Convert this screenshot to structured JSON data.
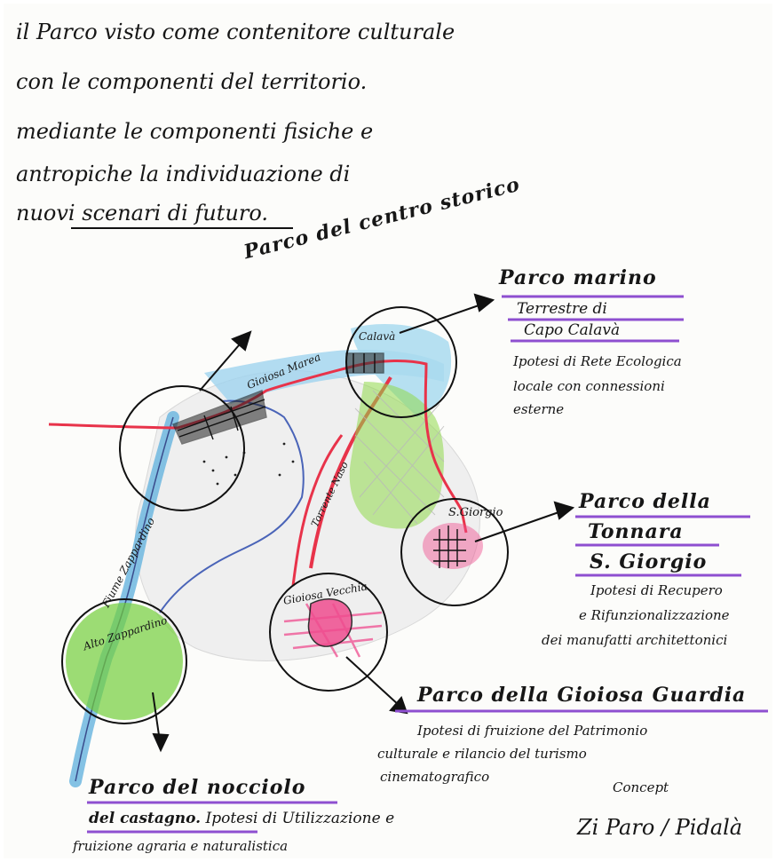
{
  "intro": {
    "line1": "il Parco visto come contenitore culturale",
    "line2": "con le componenti del territorio.",
    "line3": "mediante le componenti fisiche e",
    "line4": "antropiche la individuazione di",
    "line5_prefix": "nuovi",
    "line5_emph": "scenari di futuro",
    "line5_suffix": "."
  },
  "parco_centro_storico": "Parco del centro storico",
  "parco_marino": {
    "title": "Parco marino",
    "line2": "Terrestre di",
    "line3": "Capo Calavà",
    "desc1": "Ipotesi di Rete Ecologica",
    "desc2": "locale con connessioni",
    "desc3": "esterne"
  },
  "parco_tonnara": {
    "title1": "Parco della",
    "title2": "Tonnara",
    "title3": "S. Giorgio",
    "desc1": "Ipotesi di Recupero",
    "desc2": "e Rifunzionalizzazione",
    "desc3": "dei manufatti architettonici"
  },
  "parco_gioiosa": {
    "title": "Parco della Gioiosa Guardia",
    "desc1": "Ipotesi di fruizione del Patrimonio",
    "desc2": "culturale e rilancio del turismo",
    "desc3": "cinematografico"
  },
  "parco_nocciolo": {
    "title": "Parco del nocciolo",
    "line2_emph": "del castagno.",
    "line2_rest": "Ipotesi di Utilizzazione e",
    "line3": "fruizione agraria e naturalistica"
  },
  "map_labels": {
    "gioiosa_marea": "Gioiosa Marea",
    "calava": "Calavà",
    "s_giorgio": "S.Giorgio",
    "gioiosa_vecchia": "Gioiosa Vecchia",
    "alto_zappardino": "Alto Zappardino",
    "fiume_zappardino": "Fiume Zappardino",
    "torrente_naso": "Torrente Naso"
  },
  "concept": {
    "label": "Concept",
    "authors": "Zi Paro / Pidalà"
  },
  "colors": {
    "road_red": "#e8334a",
    "river_blue": "#6fb7df",
    "green": "#7fd23a",
    "purple": "#8e4fd0",
    "pink": "#ef4d8f"
  }
}
